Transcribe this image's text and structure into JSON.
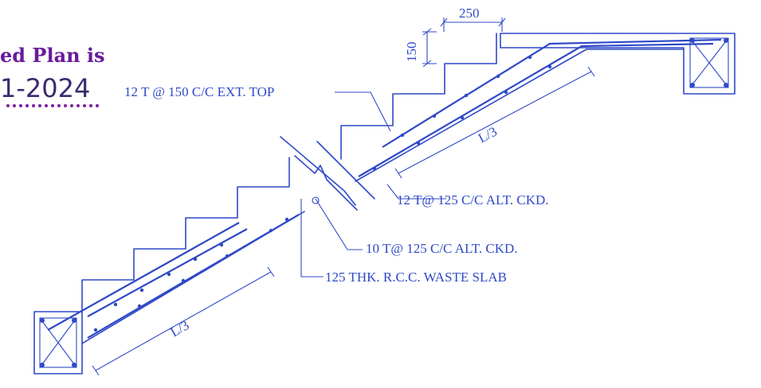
{
  "stamp": {
    "title": "ed Plan is",
    "date": "1-2024"
  },
  "dimensions": {
    "tread": "250",
    "riser": "150",
    "lap_upper": "L/3",
    "lap_lower": "L/3"
  },
  "notes": {
    "top_bar": "12 T @ 150 C/C EXT. TOP",
    "main_bar": "12 T@ 125 C/C ALT. CKD.",
    "dist_bar": "10 T@ 125 C/C ALT. CKD.",
    "waist_slab": "125 THK. R.C.C. WASTE SLAB"
  },
  "colors": {
    "ink": "#2f49c8",
    "stamp": "#6a1b9a"
  }
}
